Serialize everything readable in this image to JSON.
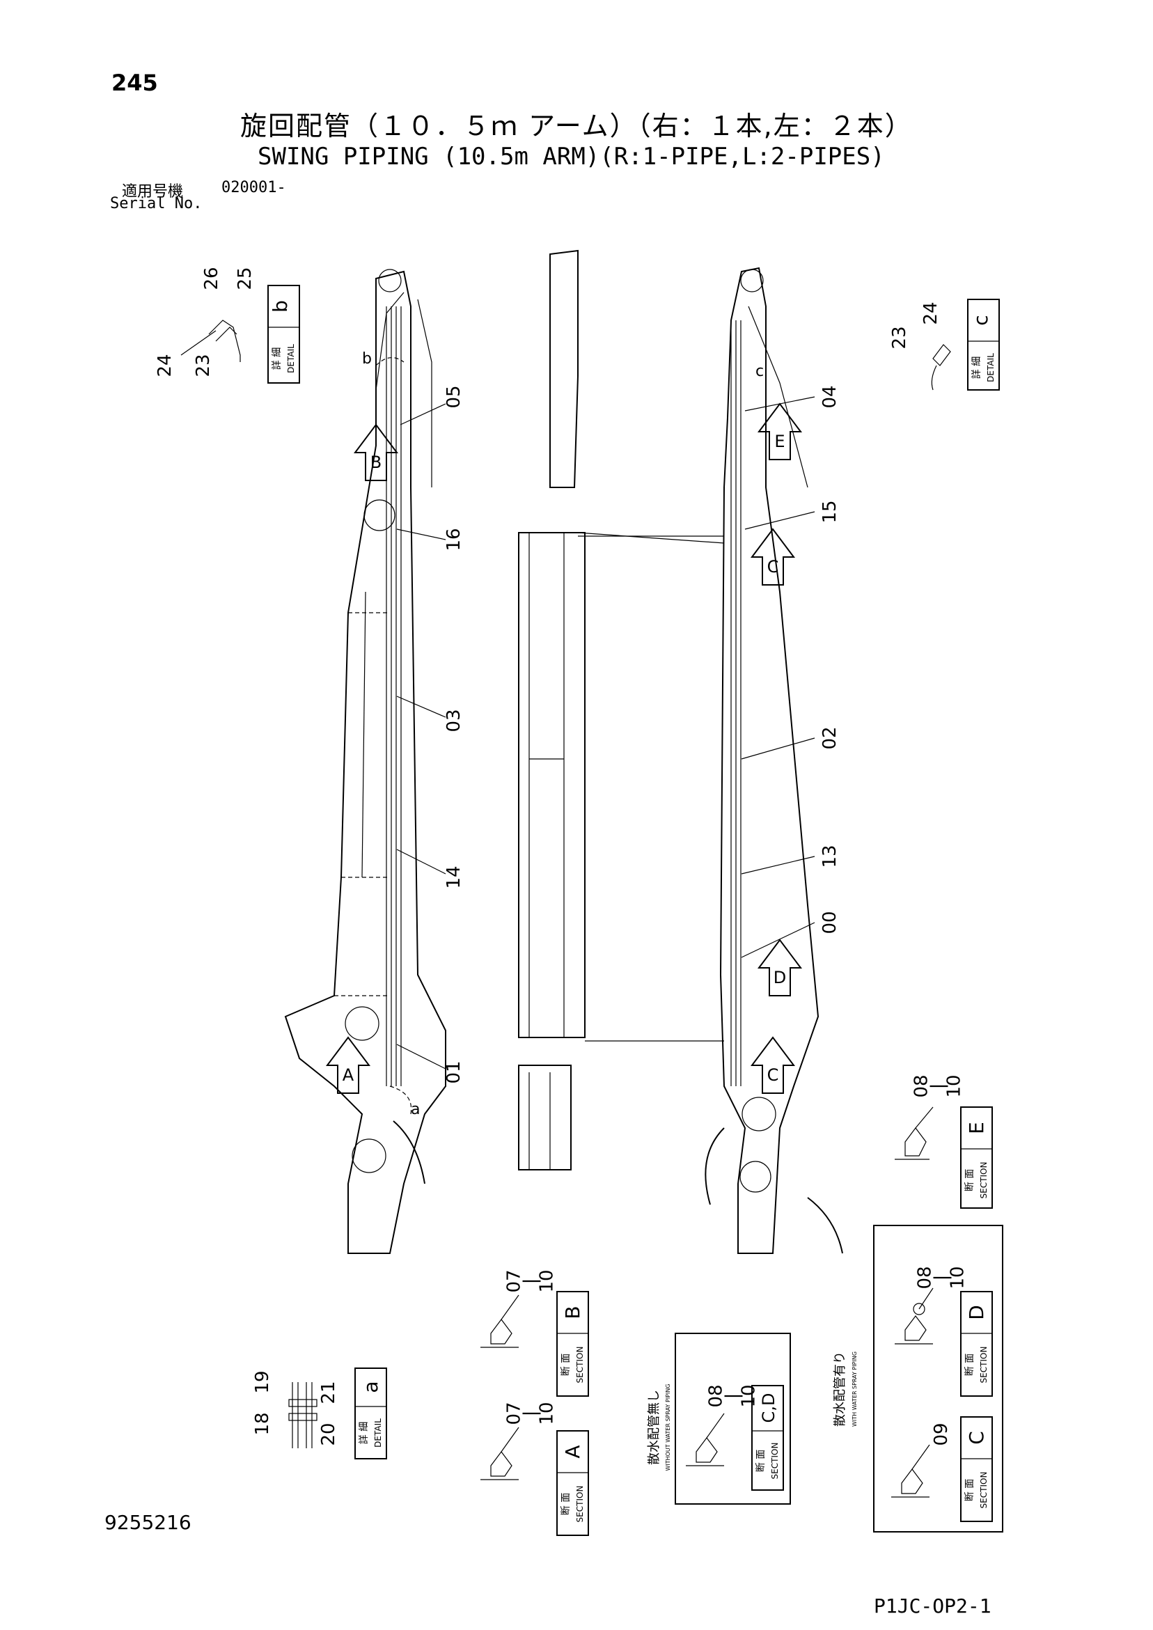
{
  "page_number": "245",
  "title_jp": "旋回配管（１０．５ｍ アーム）（右：１本,左：２本）",
  "title_en": "SWING PIPING (10.5m ARM)(R:1-PIPE,L:2-PIPES)",
  "serial": {
    "label_jp": "適用号機",
    "label_en": "Serial No.",
    "value": "020001-"
  },
  "doc_number": "9255216",
  "sheet_code": "P1JC-OP2-1",
  "callouts": {
    "c00": "00",
    "c01": "01",
    "c02": "02",
    "c03": "03",
    "c04": "04",
    "c05": "05",
    "c13": "13",
    "c14": "14",
    "c15": "15",
    "c16": "16",
    "c18": "18",
    "c19": "19",
    "c20": "20",
    "c21": "21",
    "c23": "23",
    "c24": "24",
    "c25": "25",
    "c26": "26",
    "c07_10": "07\n|\n10",
    "c08_10": "08\n|\n10",
    "c09": "09"
  },
  "view_arrows": {
    "a": "A",
    "b": "B",
    "c": "C",
    "d": "D",
    "e": "E"
  },
  "detail_marks": {
    "a": "a",
    "b": "b",
    "c": "c"
  },
  "detail_label": {
    "jp": "詳 細",
    "en": "DETAIL"
  },
  "section_label": {
    "jp": "断 面",
    "en": "SECTION"
  },
  "sections": {
    "a": "A",
    "b": "B",
    "cd": "C,D",
    "c": "C",
    "d": "D",
    "e": "E"
  },
  "box_notes": {
    "without_drain": "散水配管無し",
    "without_drain_en": "WITHOUT WATER SPRAY PIPING",
    "with_drain": "散水配管有り",
    "with_drain_en": "WITH WATER SPRAY PIPING"
  }
}
